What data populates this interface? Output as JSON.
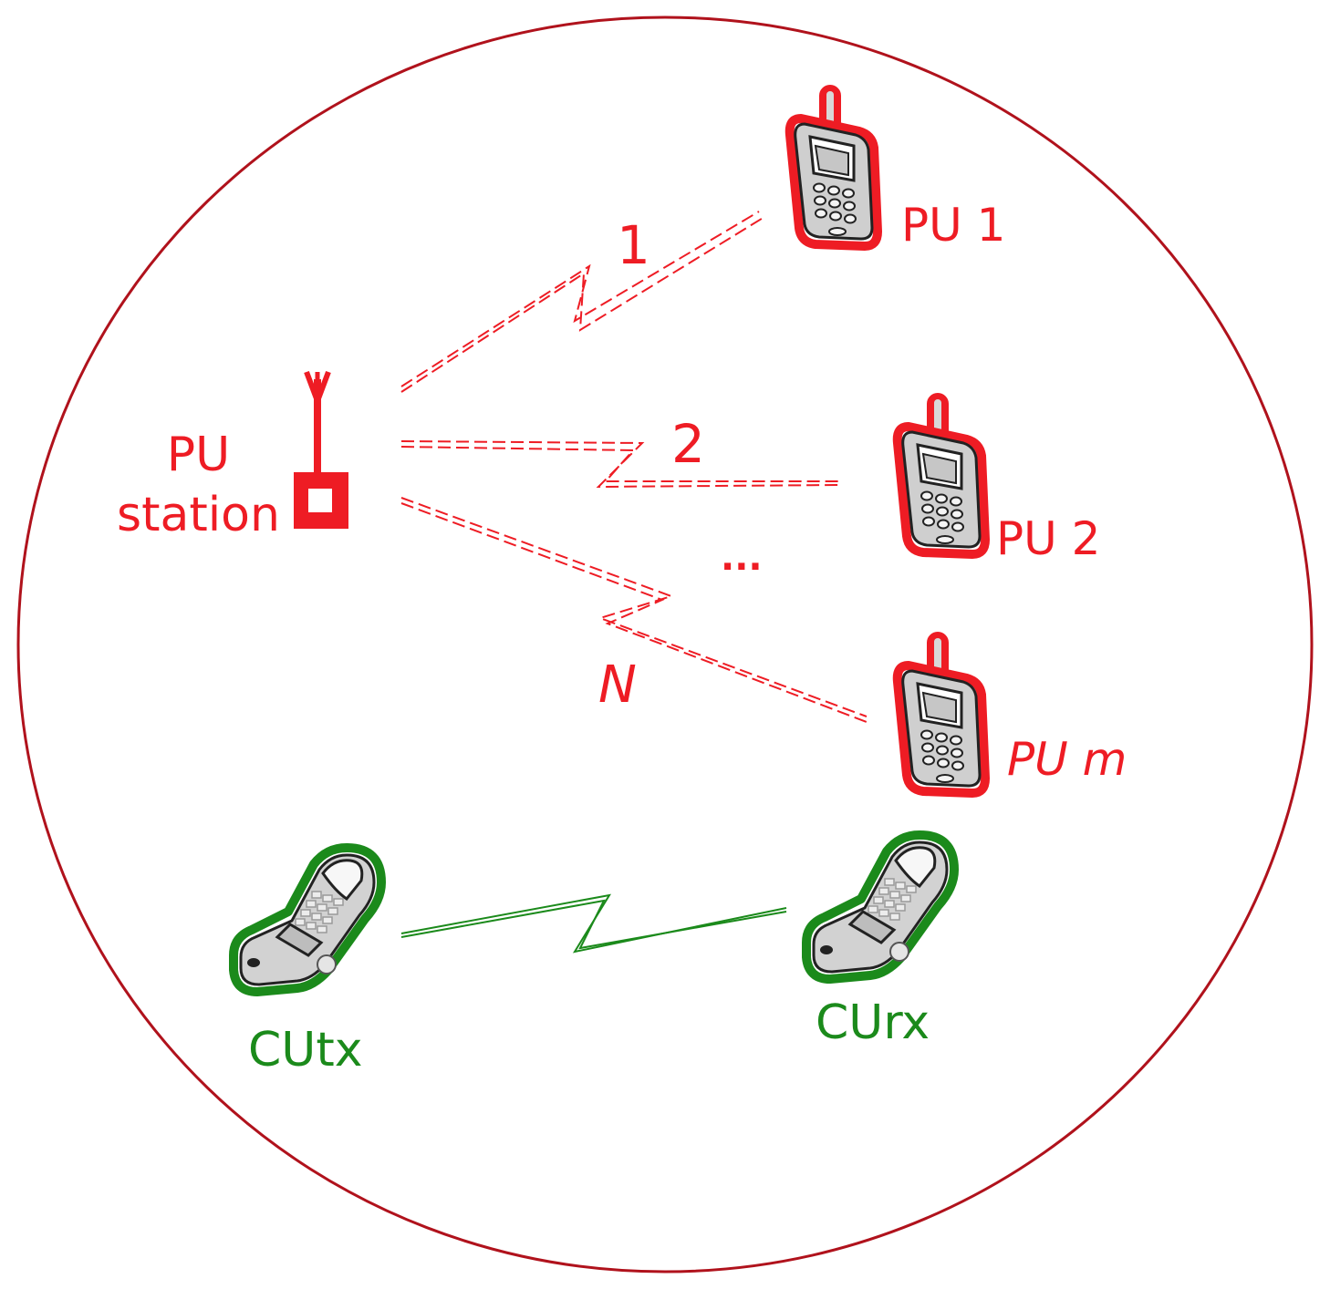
{
  "station": {
    "label_line1": "PU",
    "label_line2": "station"
  },
  "primary_users": [
    {
      "label": "PU 1"
    },
    {
      "label": "PU 2"
    },
    {
      "label": "PU m"
    }
  ],
  "links": {
    "link_1": "1",
    "link_2": "2",
    "link_n": "N",
    "ellipsis": "..."
  },
  "cognitive_users": {
    "transmitter": "CUtx",
    "receiver": "CUrx"
  },
  "colors": {
    "primary": "#ee1c24",
    "cell_border": "#b0121c",
    "cognitive": "#1b8a1b"
  },
  "icons": {
    "station": "antenna-tower-icon",
    "primary_user": "cell-phone-icon",
    "cognitive_user": "flip-phone-icon"
  }
}
